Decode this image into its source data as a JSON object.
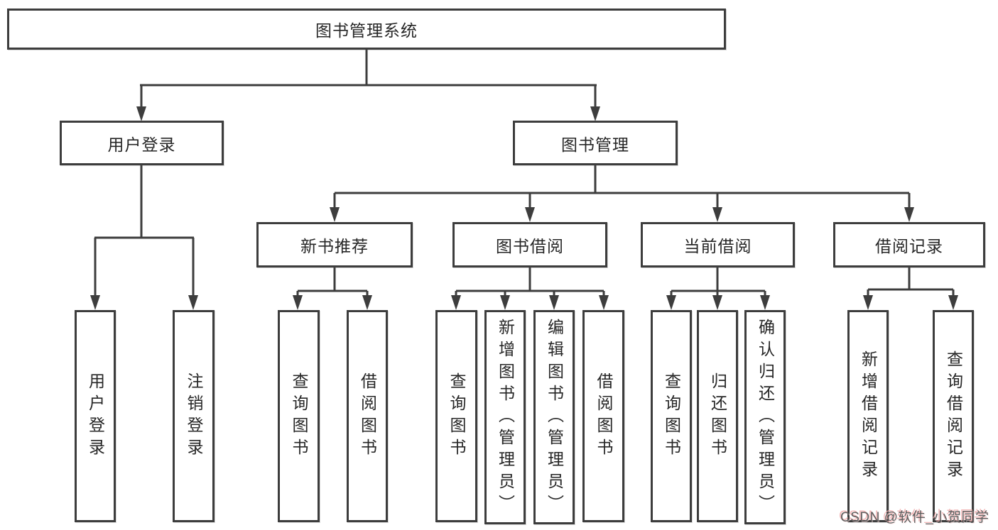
{
  "diagram": {
    "title": "图书管理系统",
    "watermark": "CSDN @软件_小贺同学",
    "colors": {
      "line": "#3d3d3d",
      "box_border": "#3d3d3d",
      "box_bg": "#ffffff",
      "text": "#262626",
      "watermark_gray": "#5d5d5d",
      "watermark_pink": "#f0aaaa",
      "background": "#ffffff"
    }
  },
  "nodes": {
    "root": {
      "label": "图书管理系统"
    },
    "user_login": {
      "label": "用户登录"
    },
    "book_mgmt": {
      "label": "图书管理"
    },
    "new_book_rec": {
      "label": "新书推荐"
    },
    "book_borrow": {
      "label": "图书借阅"
    },
    "current_borrow": {
      "label": "当前借阅"
    },
    "borrow_records": {
      "label": "借阅记录"
    },
    "v_user_login": {
      "label": "用户登录"
    },
    "v_logout": {
      "label": "注销登录"
    },
    "nb_query": {
      "label": "查询图书"
    },
    "nb_borrow": {
      "label": "借阅图书"
    },
    "bb_query": {
      "label": "查询图书"
    },
    "bb_add": {
      "label": "新增图书（管理员）"
    },
    "bb_edit": {
      "label": "编辑图书（管理员）"
    },
    "bb_borrow": {
      "label": "借阅图书"
    },
    "cb_query": {
      "label": "查询图书"
    },
    "cb_return": {
      "label": "归还图书"
    },
    "cb_confirm": {
      "label": "确认归还（管理员）"
    },
    "br_add": {
      "label": "新增借阅记录"
    },
    "br_query": {
      "label": "查询借阅记录"
    }
  },
  "hierarchy": {
    "root": "图书管理系统",
    "children": [
      {
        "label": "用户登录",
        "children": [
          "用户登录",
          "注销登录"
        ]
      },
      {
        "label": "图书管理",
        "children": [
          {
            "label": "新书推荐",
            "children": [
              "查询图书",
              "借阅图书"
            ]
          },
          {
            "label": "图书借阅",
            "children": [
              "查询图书",
              "新增图书（管理员）",
              "编辑图书（管理员）",
              "借阅图书"
            ]
          },
          {
            "label": "当前借阅",
            "children": [
              "查询图书",
              "归还图书",
              "确认归还（管理员）"
            ]
          },
          {
            "label": "借阅记录",
            "children": [
              "新增借阅记录",
              "查询借阅记录"
            ]
          }
        ]
      }
    ]
  }
}
